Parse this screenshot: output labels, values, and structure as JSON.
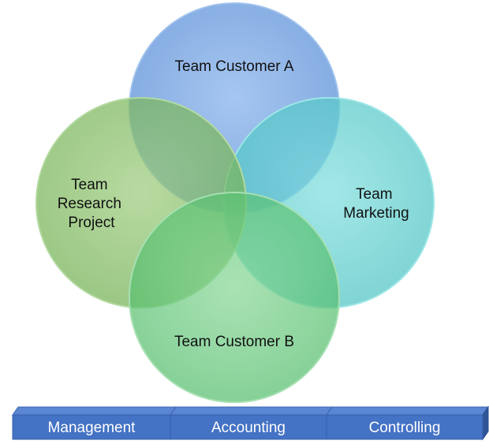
{
  "circles": [
    {
      "id": "team-customer-a",
      "lines": [
        "Team Customer A"
      ],
      "color": "#6fa0e0"
    },
    {
      "id": "team-marketing",
      "lines": [
        "Team",
        "Marketing"
      ],
      "color": "#5ccfcf"
    },
    {
      "id": "team-research-project",
      "lines": [
        "Team",
        "Research",
        "Project"
      ],
      "color": "#84bd63"
    },
    {
      "id": "team-customer-b",
      "lines": [
        "Team Customer B"
      ],
      "color": "#63c77a"
    }
  ],
  "departments": [
    "Management",
    "Accounting",
    "Controlling"
  ],
  "colors": {
    "bar_front": "#4472c4",
    "bar_top": "#5a86d2",
    "bar_side": "#2f5597"
  }
}
